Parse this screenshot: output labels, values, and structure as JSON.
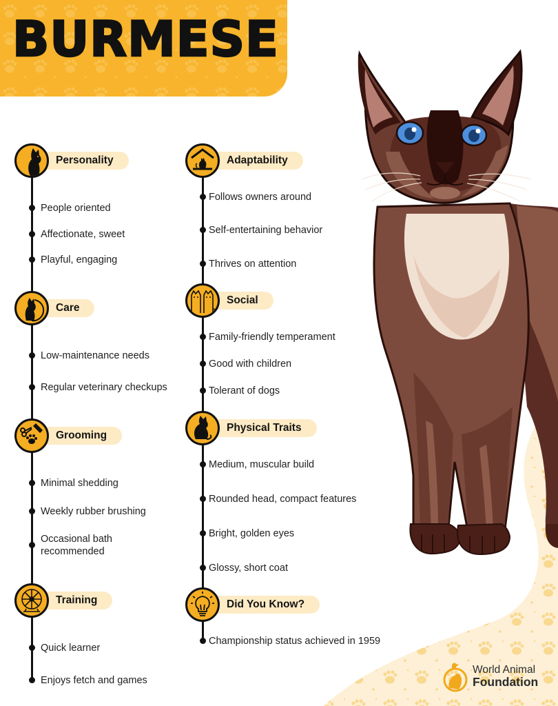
{
  "title": "BURMESE",
  "colors": {
    "accent": "#f7b42c",
    "icon_fill": "#f5ad22",
    "label_pill": "#fdebc5",
    "cream_bg": "#fdf0d6",
    "paw": "#f9d88f",
    "line": "#111111",
    "cat_dark": "#3b1612",
    "cat_mid": "#8b5a4a",
    "cat_light": "#f2e2d6",
    "eye": "#4d8fdc"
  },
  "sections": {
    "personality": {
      "label": "Personality",
      "icon": "cat-silhouette-icon",
      "items": [
        "People oriented",
        "Affectionate, sweet",
        "Playful, engaging"
      ]
    },
    "care": {
      "label": "Care",
      "icon": "cat-care-icon",
      "items": [
        "Low-maintenance needs",
        "Regular veterinary checkups"
      ]
    },
    "grooming": {
      "label": "Grooming",
      "icon": "grooming-tools-icon",
      "items": [
        "Minimal shedding",
        "Weekly rubber brushing",
        "Occasional bath recommended"
      ]
    },
    "training": {
      "label": "Training",
      "icon": "exercise-wheel-icon",
      "items": [
        "Quick learner",
        "Enjoys fetch and games"
      ]
    },
    "adaptability": {
      "label": "Adaptability",
      "icon": "cat-house-icon",
      "items": [
        "Follows owners around",
        "Self-entertaining behavior",
        "Thrives on attention"
      ]
    },
    "social": {
      "label": "Social",
      "icon": "two-cats-icon",
      "items": [
        "Family-friendly temperament",
        "Good with children",
        "Tolerant of dogs"
      ]
    },
    "physical": {
      "label": "Physical Traits",
      "icon": "sitting-cat-icon",
      "items": [
        "Medium, muscular build",
        "Rounded head, compact features",
        "Bright, golden eyes",
        "Glossy, short coat"
      ]
    },
    "did_you_know": {
      "label": "Did You Know?",
      "icon": "lightbulb-icon",
      "items": [
        "Championship status achieved in 1959"
      ]
    }
  },
  "logo": {
    "line1": "World Animal",
    "line2": "Foundation",
    "icon": "world-animal-foundation-logo-icon"
  }
}
